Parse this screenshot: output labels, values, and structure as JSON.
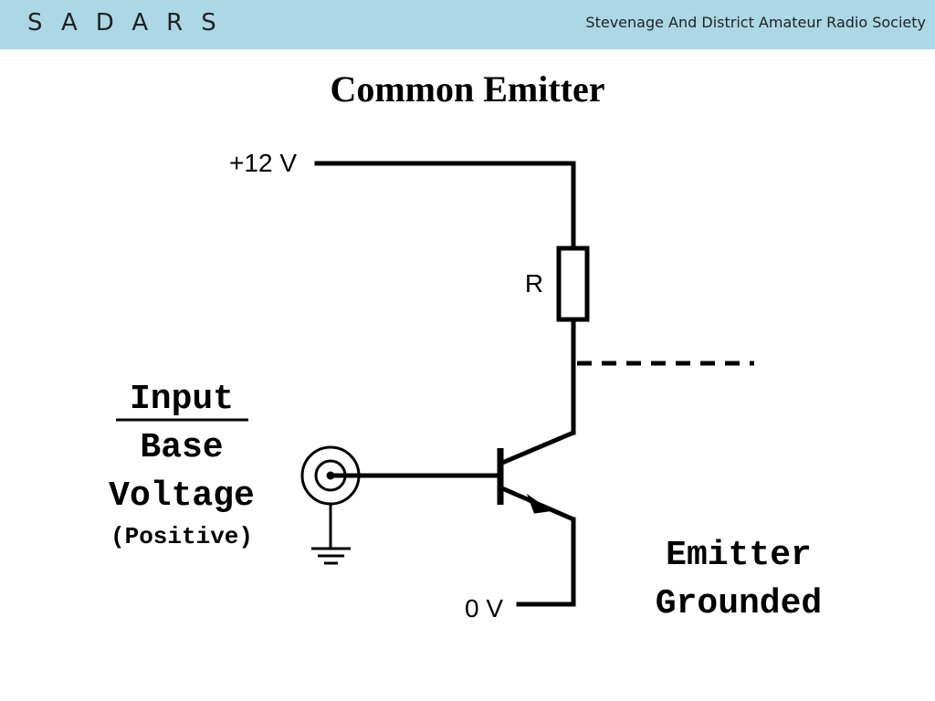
{
  "header": {
    "logo_text": "SADARS",
    "society_name": "Stevenage And District Amateur Radio Society",
    "background_color": "#acd8e6"
  },
  "title": "Common Emitter",
  "diagram": {
    "supply_label": "+12 V",
    "resistor_label": "R",
    "ground_label": "0 V",
    "input_heading": "Input",
    "input_line2": "Base",
    "input_line3": "Voltage",
    "input_line4": "(Positive)",
    "emitter_line1": "Emitter",
    "emitter_line2": "Grounded",
    "icons": [
      "input-connector-icon",
      "ground-icon",
      "npn-transistor-icon",
      "resistor-icon"
    ]
  }
}
